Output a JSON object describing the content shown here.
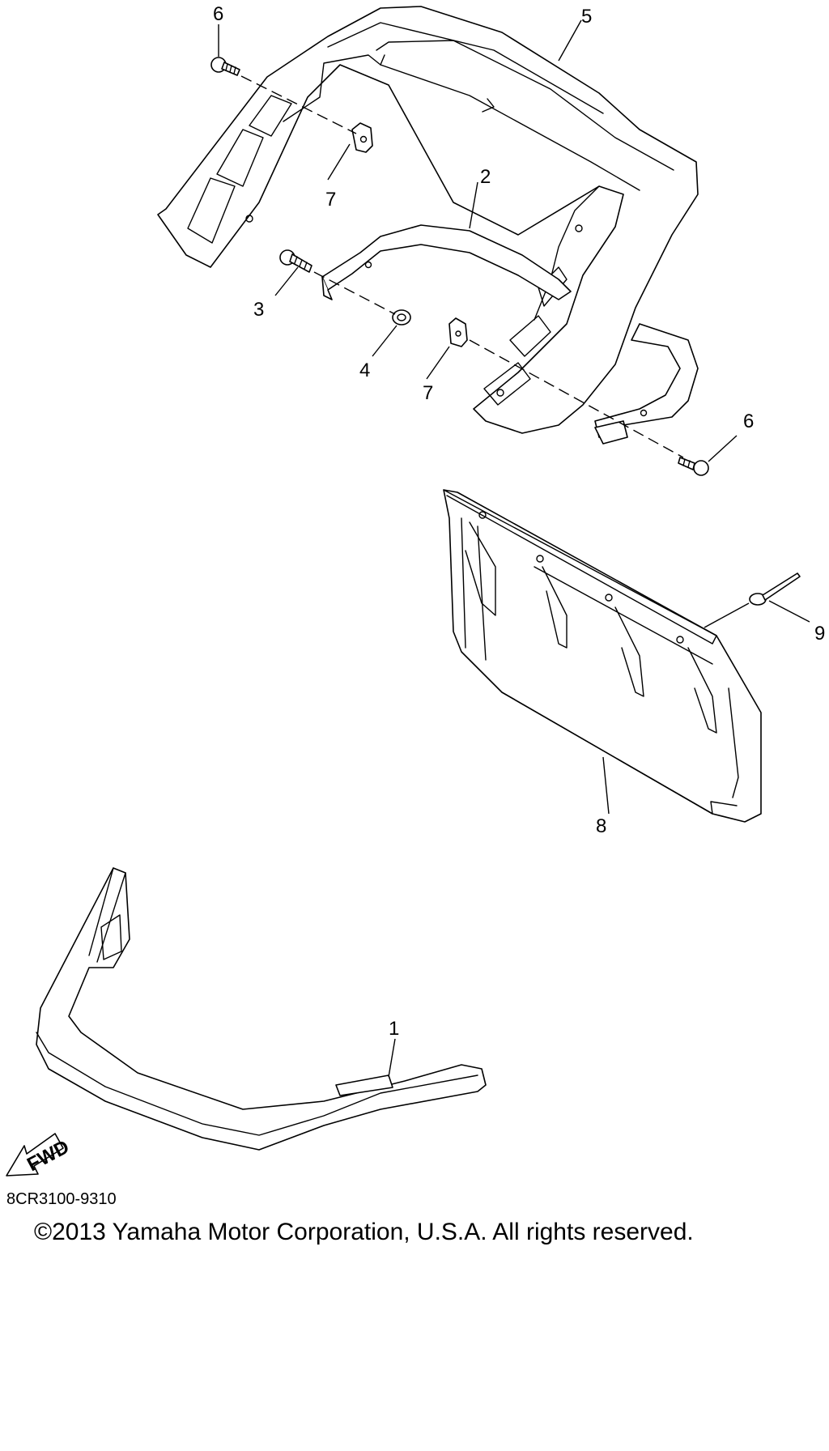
{
  "callouts": {
    "c1": "1",
    "c2": "2",
    "c3": "3",
    "c4": "4",
    "c5": "5",
    "c6a": "6",
    "c6b": "6",
    "c7a": "7",
    "c7b": "7",
    "c8": "8",
    "c9": "9"
  },
  "fwd_label": "FWD",
  "part_code": "8CR3100-9310",
  "copyright": "©2013 Yamaha Motor Corporation, U.S.A. All rights reserved.",
  "colors": {
    "line": "#000000",
    "background": "#ffffff"
  }
}
